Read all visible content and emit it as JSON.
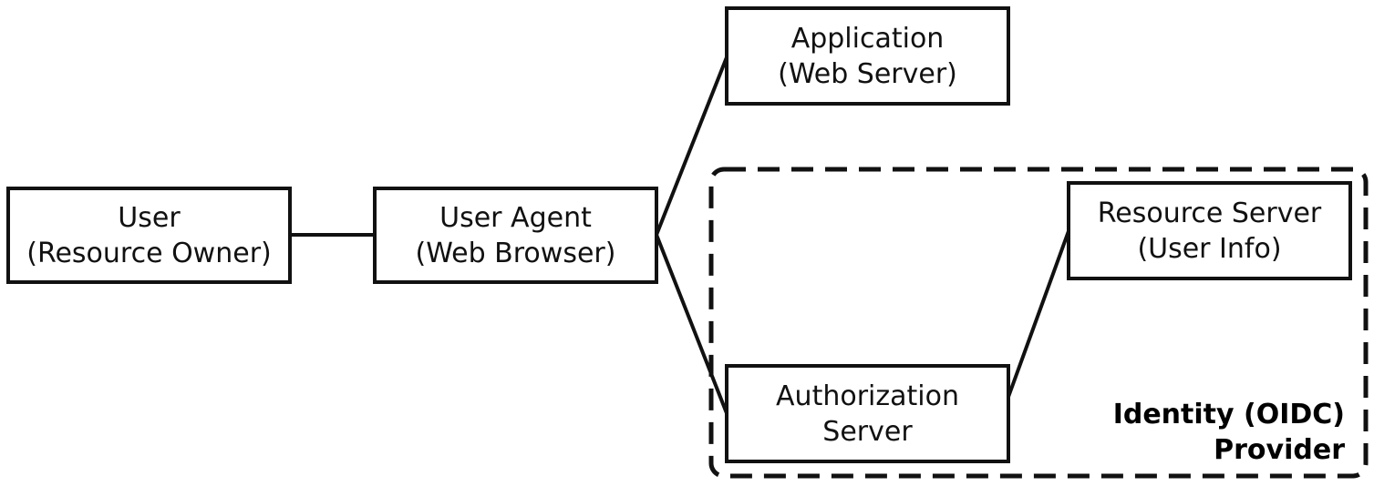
{
  "diagram": {
    "nodes": {
      "user": {
        "line1": "User",
        "line2": "(Resource Owner)"
      },
      "user_agent": {
        "line1": "User Agent",
        "line2": "(Web Browser)"
      },
      "application": {
        "line1": "Application",
        "line2": "(Web Server)"
      },
      "resource_server": {
        "line1": "Resource Server",
        "line2": "(User Info)"
      },
      "authorization_server": {
        "line1": "Authorization",
        "line2": "Server"
      }
    },
    "group": {
      "label_line1": "Identity (OIDC)",
      "label_line2": "Provider",
      "border_style": "dashed"
    },
    "edges": [
      {
        "from": "user",
        "to": "user_agent"
      },
      {
        "from": "user_agent",
        "to": "application"
      },
      {
        "from": "user_agent",
        "to": "authorization_server"
      },
      {
        "from": "authorization_server",
        "to": "resource_server"
      }
    ],
    "colors": {
      "stroke": "#111111",
      "background": "#ffffff"
    }
  }
}
